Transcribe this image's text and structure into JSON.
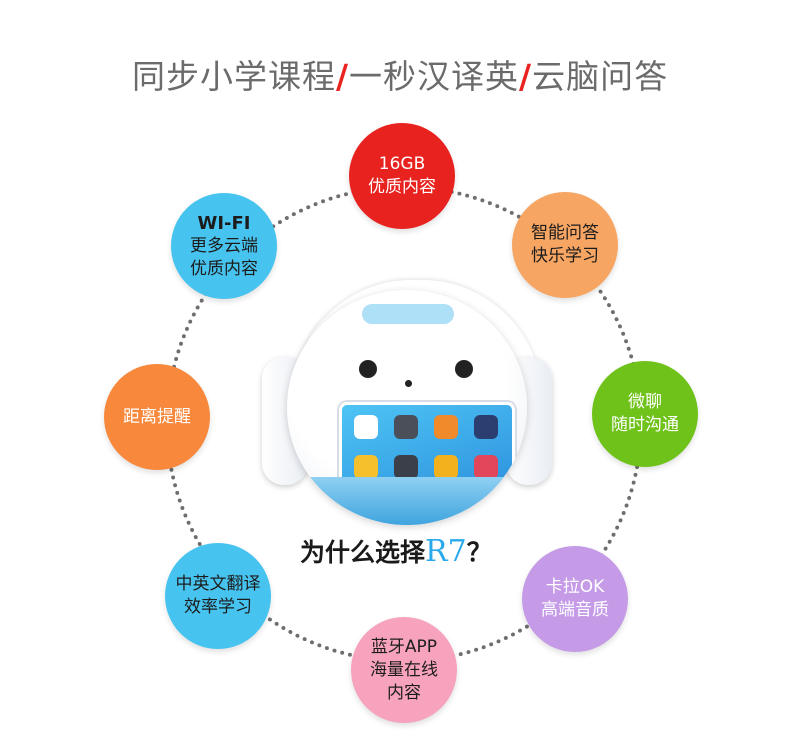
{
  "title": {
    "part1": "同步小学课程",
    "sep1": "/",
    "part2": "一秒汉译英",
    "sep2": "/",
    "part3": "云脑问答"
  },
  "bubbles": {
    "storage": {
      "line1": "16GB",
      "line2": "优质内容",
      "color": "#e8231f"
    },
    "qa": {
      "line1": "智能问答",
      "line2": "快乐学习",
      "color": "#f7a563"
    },
    "wechat": {
      "line1": "微聊",
      "line2": "随时沟通",
      "color": "#6fc21a"
    },
    "karaoke": {
      "line1": "卡拉OK",
      "line2": "高端音质",
      "color": "#c59be8"
    },
    "bluetooth": {
      "line1": "蓝牙APP",
      "line2": "海量在线",
      "line3": "内容",
      "color": "#f7a3bd"
    },
    "translate": {
      "line1": "中英文翻译",
      "line2": "效率学习",
      "color": "#47c3ef"
    },
    "reminder": {
      "line1": "距离提醒",
      "color": "#f7883c"
    },
    "wifi": {
      "line1": "WI-FI",
      "line2": "更多云端",
      "line3": "优质内容",
      "color": "#47c3ef"
    }
  },
  "tagline": {
    "text": "为什么选择",
    "model": "R7",
    "suffix": "？"
  },
  "icons": {
    "product": "robot-tablet-image"
  }
}
